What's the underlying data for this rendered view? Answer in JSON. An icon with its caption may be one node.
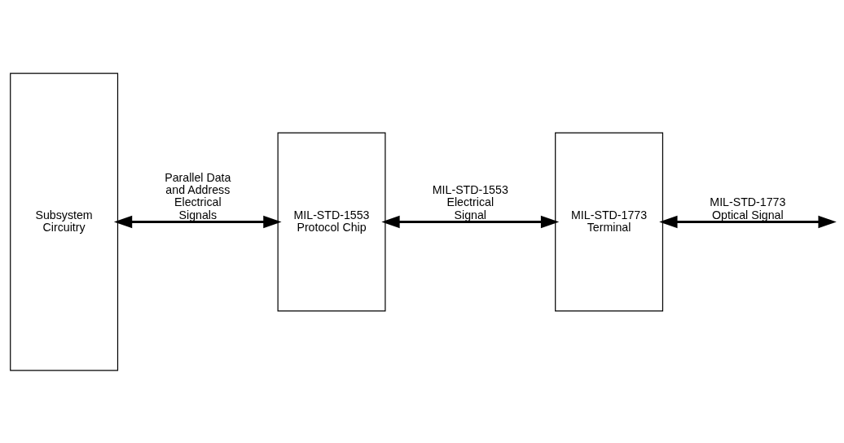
{
  "diagram": {
    "nodes": [
      {
        "text": [
          "Subsystem Circuitry"
        ]
      },
      {
        "text": [
          "MIL-STD-1553 Protocol Chip"
        ]
      },
      {
        "text": [
          "MIL-STD-1773 Terminal"
        ]
      }
    ],
    "edges": [
      {
        "from": 0,
        "to": 1,
        "arrow": "both",
        "label": "Parallel Data and Address Electrical Signals"
      },
      {
        "from": 1,
        "to": 2,
        "arrow": "both",
        "label": "MIL-STD-1553 Electrical Signal"
      },
      {
        "from": 2,
        "to": null,
        "arrow": "both",
        "label": "MIL-STD-1773 Optical Signal"
      }
    ]
  }
}
